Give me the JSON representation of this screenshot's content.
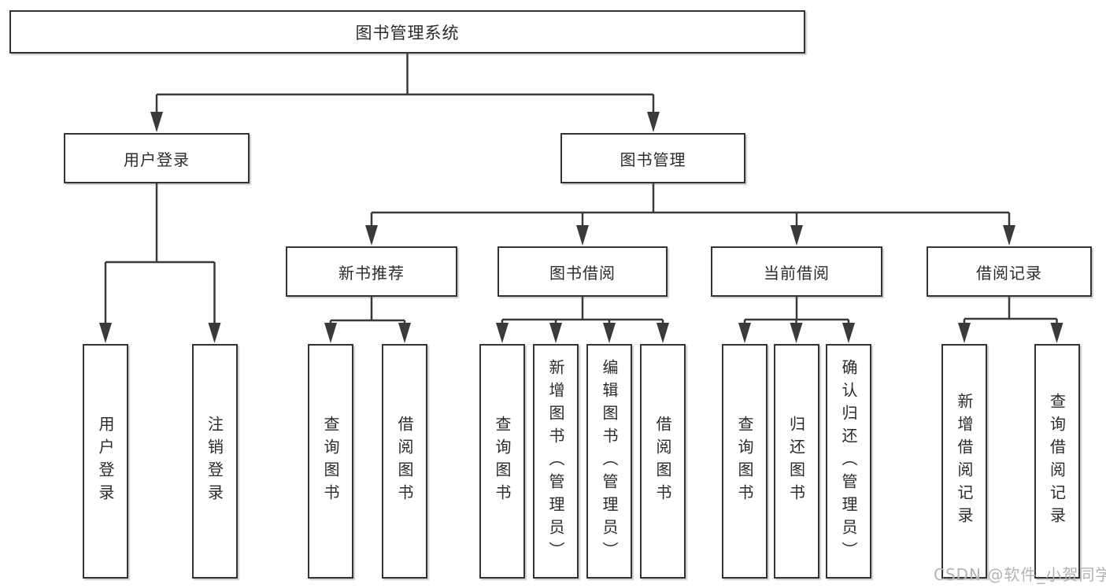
{
  "diagram_type": "hierarchy-flowchart",
  "colors": {
    "background": "#ffffff",
    "box_border": "#333333",
    "connector_line": "#3a3a3a",
    "text": "#2b2b2b",
    "watermark": "#b3b3b3"
  },
  "tree": {
    "label": "图书管理系统",
    "children": [
      {
        "label": "用户登录",
        "children": [
          {
            "label": "用户登录"
          },
          {
            "label": "注销登录"
          }
        ]
      },
      {
        "label": "图书管理",
        "children": [
          {
            "label": "新书推荐",
            "children": [
              {
                "label": "查询图书"
              },
              {
                "label": "借阅图书"
              }
            ]
          },
          {
            "label": "图书借阅",
            "children": [
              {
                "label": "查询图书"
              },
              {
                "label": "新增图书（管理员）"
              },
              {
                "label": "编辑图书（管理员）"
              },
              {
                "label": "借阅图书"
              }
            ]
          },
          {
            "label": "当前借阅",
            "children": [
              {
                "label": "查询图书"
              },
              {
                "label": "归还图书"
              },
              {
                "label": "确认归还（管理员）"
              }
            ]
          },
          {
            "label": "借阅记录",
            "children": [
              {
                "label": "新增借阅记录"
              },
              {
                "label": "查询借阅记录"
              }
            ]
          }
        ]
      }
    ]
  },
  "watermark": {
    "text": "CSDN @软件_小贺同学"
  }
}
